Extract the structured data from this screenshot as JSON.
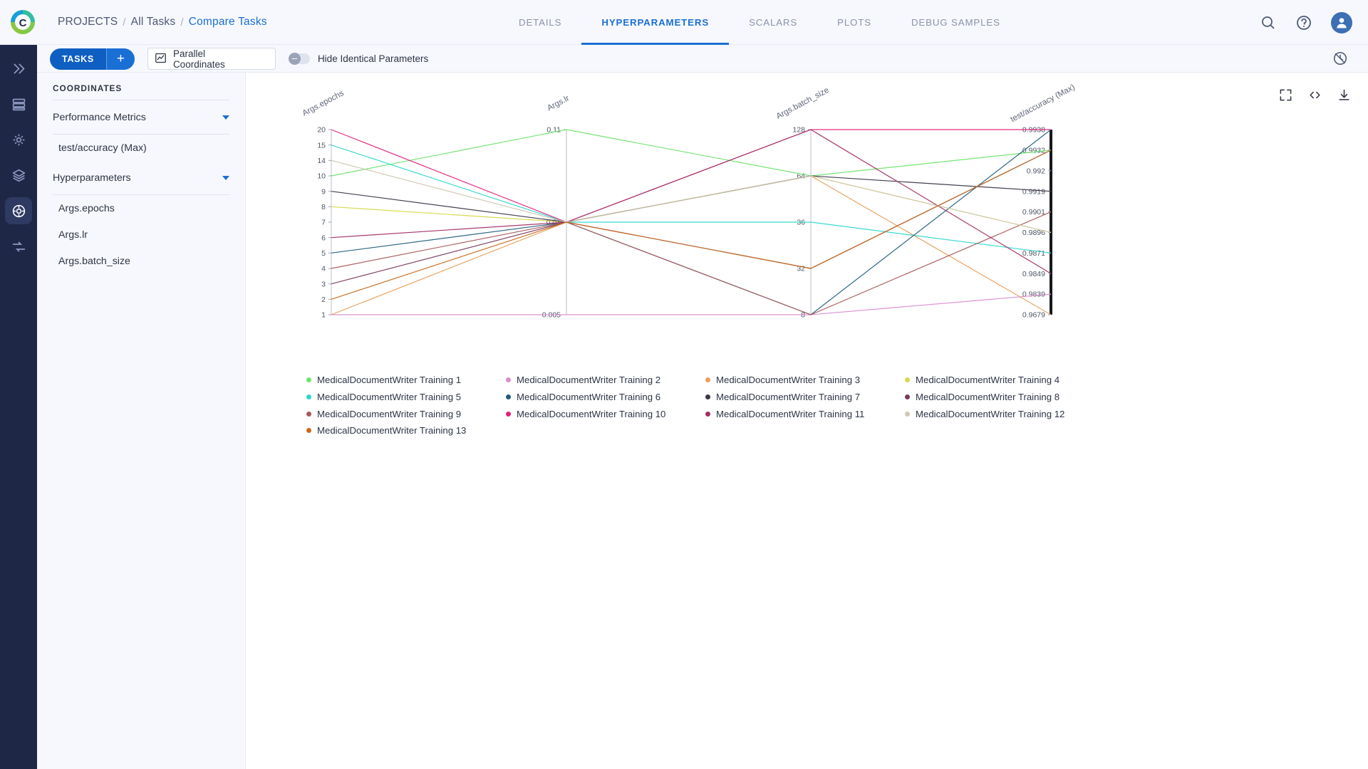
{
  "header": {
    "logo_icon": "clearml-logo-icon",
    "breadcrumb": [
      {
        "label": "PROJECTS",
        "active": false
      },
      {
        "label": "All Tasks",
        "active": false
      },
      {
        "label": "Compare Tasks",
        "active": true
      }
    ],
    "separator": "/",
    "tabs": [
      {
        "label": "DETAILS",
        "active": false
      },
      {
        "label": "HYPERPARAMETERS",
        "active": true
      },
      {
        "label": "SCALARS",
        "active": false
      },
      {
        "label": "PLOTS",
        "active": false
      },
      {
        "label": "DEBUG SAMPLES",
        "active": false
      }
    ],
    "icons": [
      "search-icon",
      "help-icon",
      "user-avatar-icon"
    ]
  },
  "rail": {
    "items": [
      {
        "name": "pipelines-icon",
        "active": false
      },
      {
        "name": "datasets-icon",
        "active": false
      },
      {
        "name": "experiments-icon",
        "active": false
      },
      {
        "name": "models-icon",
        "active": false
      },
      {
        "name": "compare-icon",
        "active": true
      },
      {
        "name": "workers-icon",
        "active": false
      }
    ]
  },
  "toolbar": {
    "tasks_label": "TASKS",
    "add_label": "+",
    "chart_type": "Parallel Coordinates",
    "chart_type_icon": "line-chart-icon",
    "hide_identical_label": "Hide Identical Parameters",
    "hide_identical_on": false,
    "refresh_icon": "refresh-icon"
  },
  "sidebar": {
    "title": "COORDINATES",
    "groups": [
      {
        "label": "Performance Metrics",
        "expanded": true,
        "items": [
          "test/accuracy (Max)"
        ]
      },
      {
        "label": "Hyperparameters",
        "expanded": true,
        "items": [
          "Args.epochs",
          "Args.lr",
          "Args.batch_size"
        ]
      }
    ]
  },
  "chart_tools": [
    "fullscreen-icon",
    "embed-code-icon",
    "download-icon"
  ],
  "chart_data": {
    "type": "line",
    "subtype": "parallel-coordinates",
    "title": "",
    "axes": [
      {
        "label": "Args.epochs",
        "ticks": [
          "20",
          "15",
          "14",
          "10",
          "9",
          "8",
          "7",
          "6",
          "5",
          "4",
          "3",
          "2",
          "1"
        ],
        "tickvals": [
          20,
          15,
          14,
          10,
          9,
          8,
          7,
          6,
          5,
          4,
          3,
          2,
          1
        ]
      },
      {
        "label": "Args.lr",
        "ticks": [
          "0.11",
          "0.01",
          "0.005"
        ],
        "tickvals": [
          0.11,
          0.01,
          0.005
        ]
      },
      {
        "label": "Args.batch_size",
        "ticks": [
          "128",
          "64",
          "36",
          "32",
          "8"
        ],
        "tickvals": [
          128,
          64,
          36,
          32,
          8
        ]
      },
      {
        "label": "test/accuracy (Max)",
        "ticks": [
          "0.9938",
          "0.9932",
          "0.992",
          "0.9919",
          "0.9901",
          "0.9896",
          "0.9871",
          "0.9849",
          "0.9839",
          "0.9679"
        ],
        "tickvals": [
          0.9938,
          0.9932,
          0.992,
          0.9919,
          0.9901,
          0.9896,
          0.9871,
          0.9849,
          0.9839,
          0.9679
        ]
      }
    ],
    "series": [
      {
        "name": "MedicalDocumentWriter Training 1",
        "color": "#6ee36e",
        "values": [
          10,
          0.11,
          64,
          0.9932
        ]
      },
      {
        "name": "MedicalDocumentWriter Training 2",
        "color": "#d98dd0",
        "values": [
          1,
          0.005,
          8,
          0.9839
        ]
      },
      {
        "name": "MedicalDocumentWriter Training 3",
        "color": "#e8a05c",
        "values": [
          1,
          0.01,
          64,
          0.9679
        ]
      },
      {
        "name": "MedicalDocumentWriter Training 4",
        "color": "#d4d94a",
        "values": [
          8,
          0.01,
          64,
          0.9896
        ]
      },
      {
        "name": "MedicalDocumentWriter Training 5",
        "color": "#2fd6cf",
        "values": [
          15,
          0.01,
          36,
          0.9871
        ]
      },
      {
        "name": "MedicalDocumentWriter Training 6",
        "color": "#1f5f7d",
        "values": [
          5,
          0.01,
          8,
          0.9938
        ]
      },
      {
        "name": "MedicalDocumentWriter Training 7",
        "color": "#3b3547",
        "values": [
          9,
          0.01,
          64,
          0.9919
        ]
      },
      {
        "name": "MedicalDocumentWriter Training 8",
        "color": "#7a3b5e",
        "values": [
          3,
          0.01,
          32,
          0.9932
        ]
      },
      {
        "name": "MedicalDocumentWriter Training 9",
        "color": "#a65a5a",
        "values": [
          4,
          0.01,
          8,
          0.9901
        ]
      },
      {
        "name": "MedicalDocumentWriter Training 10",
        "color": "#e0237a",
        "values": [
          20,
          0.01,
          128,
          0.9938
        ]
      },
      {
        "name": "MedicalDocumentWriter Training 11",
        "color": "#a32f66",
        "values": [
          6,
          0.01,
          128,
          0.9849
        ]
      },
      {
        "name": "MedicalDocumentWriter Training 12",
        "color": "#cfc7b0",
        "values": [
          14,
          0.01,
          64,
          0.9896
        ]
      },
      {
        "name": "MedicalDocumentWriter Training 13",
        "color": "#c76a1e",
        "values": [
          2,
          0.01,
          32,
          0.9932
        ]
      }
    ]
  }
}
